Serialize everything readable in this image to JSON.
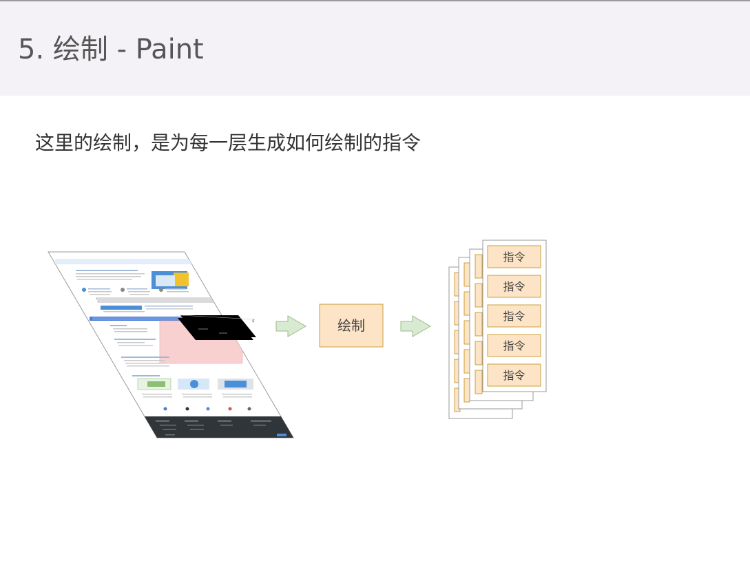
{
  "slide": {
    "title": "5. 绘制 - Paint",
    "subtitle": "这里的绘制，是为每一层生成如何绘制的指令"
  },
  "diagram": {
    "process_label": "绘制",
    "instruction_label": "指令",
    "instructions": [
      "指令",
      "指令",
      "指令",
      "指令",
      "指令"
    ],
    "colors": {
      "box_fill": "#fde4c6",
      "box_stroke": "#c9a13b",
      "arrow_fill": "#d9ead3",
      "arrow_stroke": "#9bbb87",
      "highlight_pink": "#f8d0d0",
      "nav_blue": "#4a7bd4",
      "footer_dark": "#2f3539"
    }
  }
}
